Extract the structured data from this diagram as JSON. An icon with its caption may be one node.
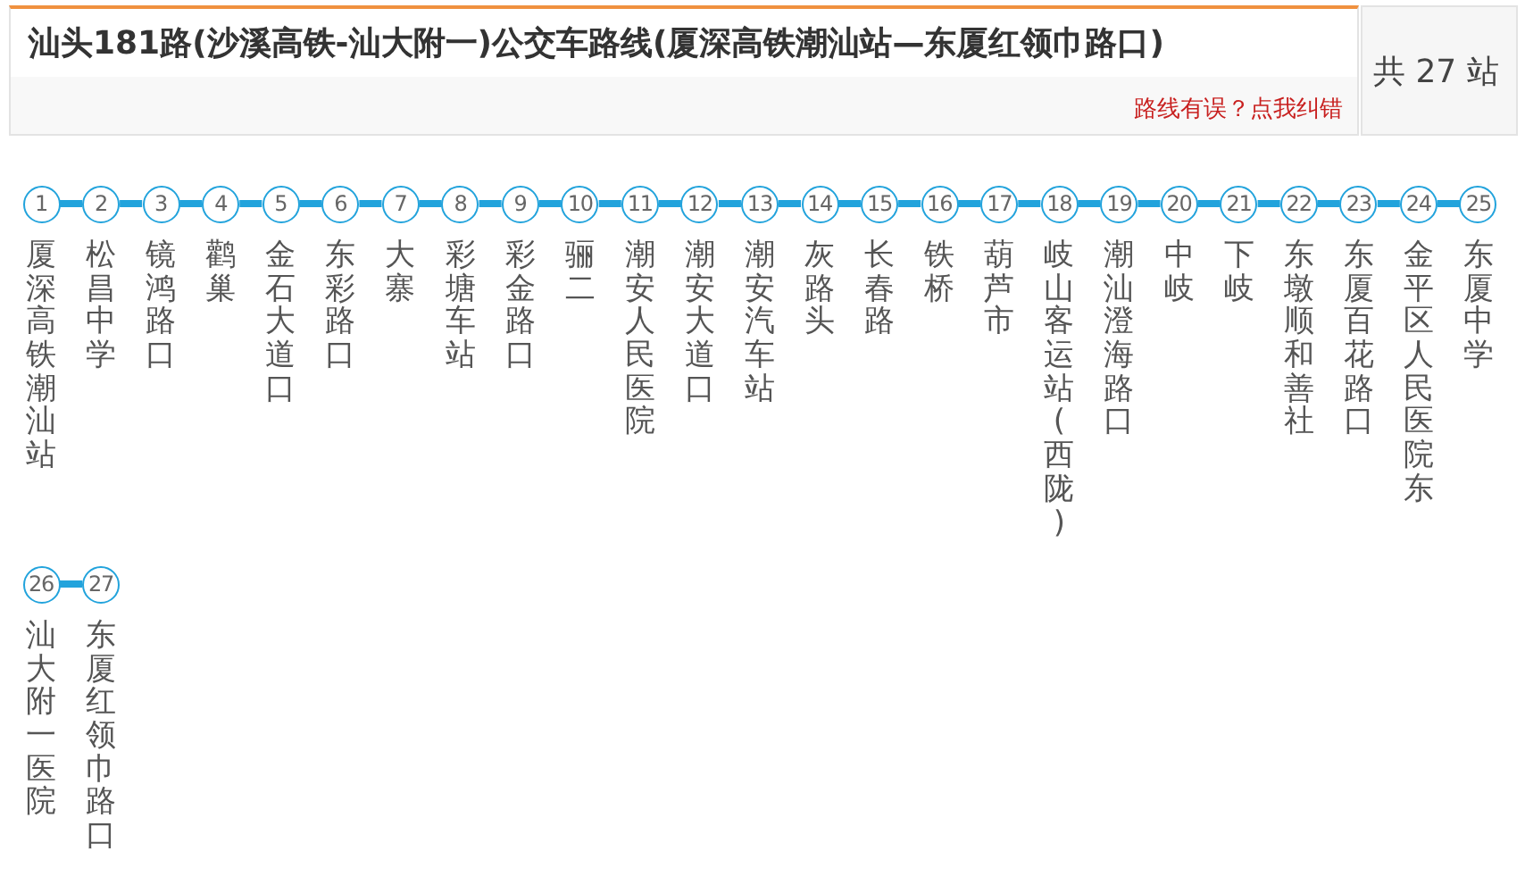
{
  "diagram": {
    "title": "汕头181路(沙溪高铁-汕大附一)公交车路线(厦深高铁潮汕站—东厦红领巾路口)",
    "nodes": [
      {
        "text": [
          "1"
        ],
        "beside": [
          "厦深高铁潮汕站"
        ]
      },
      {
        "text": [
          "2"
        ],
        "beside": [
          "松昌中学"
        ]
      },
      {
        "text": [
          "3"
        ],
        "beside": [
          "镜鸿路口"
        ]
      },
      {
        "text": [
          "4"
        ],
        "beside": [
          "鹳巢"
        ]
      },
      {
        "text": [
          "5"
        ],
        "beside": [
          "金石大道口"
        ]
      },
      {
        "text": [
          "6"
        ],
        "beside": [
          "东彩路口"
        ]
      },
      {
        "text": [
          "7"
        ],
        "beside": [
          "大寨"
        ]
      },
      {
        "text": [
          "8"
        ],
        "beside": [
          "彩塘车站"
        ]
      },
      {
        "text": [
          "9"
        ],
        "beside": [
          "彩金路口"
        ]
      },
      {
        "text": [
          "10"
        ],
        "beside": [
          "骊二"
        ]
      },
      {
        "text": [
          "11"
        ],
        "beside": [
          "潮安人民医院"
        ]
      },
      {
        "text": [
          "12"
        ],
        "beside": [
          "潮安大道口"
        ]
      },
      {
        "text": [
          "13"
        ],
        "beside": [
          "潮安汽车站"
        ]
      },
      {
        "text": [
          "14"
        ],
        "beside": [
          "灰路头"
        ]
      },
      {
        "text": [
          "15"
        ],
        "beside": [
          "长春路"
        ]
      },
      {
        "text": [
          "16"
        ],
        "beside": [
          "铁桥"
        ]
      },
      {
        "text": [
          "17"
        ],
        "beside": [
          "葫芦市"
        ]
      },
      {
        "text": [
          "18"
        ],
        "beside": [
          "岐山客运站(西陇)"
        ]
      },
      {
        "text": [
          "19"
        ],
        "beside": [
          "潮汕澄海路口"
        ]
      },
      {
        "text": [
          "20"
        ],
        "beside": [
          "中岐"
        ]
      },
      {
        "text": [
          "21"
        ],
        "beside": [
          "下岐"
        ]
      },
      {
        "text": [
          "22"
        ],
        "beside": [
          "东墩顺和善社"
        ]
      },
      {
        "text": [
          "23"
        ],
        "beside": [
          "东厦百花路口"
        ]
      },
      {
        "text": [
          "24"
        ],
        "beside": [
          "金平区人民医院东"
        ]
      },
      {
        "text": [
          "25"
        ],
        "beside": [
          "东厦中学"
        ]
      },
      {
        "text": [
          "26"
        ],
        "beside": [
          "汕大附一医院"
        ]
      },
      {
        "text": [
          "27"
        ],
        "beside": [
          "东厦红领巾路口"
        ]
      }
    ],
    "edges": [
      {
        "from": 0,
        "to": 1,
        "arrow": "none"
      },
      {
        "from": 1,
        "to": 2,
        "arrow": "none"
      },
      {
        "from": 2,
        "to": 3,
        "arrow": "none"
      },
      {
        "from": 3,
        "to": 4,
        "arrow": "none"
      },
      {
        "from": 4,
        "to": 5,
        "arrow": "none"
      },
      {
        "from": 5,
        "to": 6,
        "arrow": "none"
      },
      {
        "from": 6,
        "to": 7,
        "arrow": "none"
      },
      {
        "from": 7,
        "to": 8,
        "arrow": "none"
      },
      {
        "from": 8,
        "to": 9,
        "arrow": "none"
      },
      {
        "from": 9,
        "to": 10,
        "arrow": "none"
      },
      {
        "from": 10,
        "to": 11,
        "arrow": "none"
      },
      {
        "from": 11,
        "to": 12,
        "arrow": "none"
      },
      {
        "from": 12,
        "to": 13,
        "arrow": "none"
      },
      {
        "from": 13,
        "to": 14,
        "arrow": "none"
      },
      {
        "from": 14,
        "to": 15,
        "arrow": "none"
      },
      {
        "from": 15,
        "to": 16,
        "arrow": "none"
      },
      {
        "from": 16,
        "to": 17,
        "arrow": "none"
      },
      {
        "from": 17,
        "to": 18,
        "arrow": "none"
      },
      {
        "from": 18,
        "to": 19,
        "arrow": "none"
      },
      {
        "from": 19,
        "to": 20,
        "arrow": "none"
      },
      {
        "from": 20,
        "to": 21,
        "arrow": "none"
      },
      {
        "from": 21,
        "to": 22,
        "arrow": "none"
      },
      {
        "from": 22,
        "to": 23,
        "arrow": "none"
      },
      {
        "from": 23,
        "to": 24,
        "arrow": "none"
      },
      {
        "from": 25,
        "to": 26,
        "arrow": "none"
      }
    ],
    "labels": [
      "路线有误？点我纠错",
      "共 27 站"
    ]
  }
}
